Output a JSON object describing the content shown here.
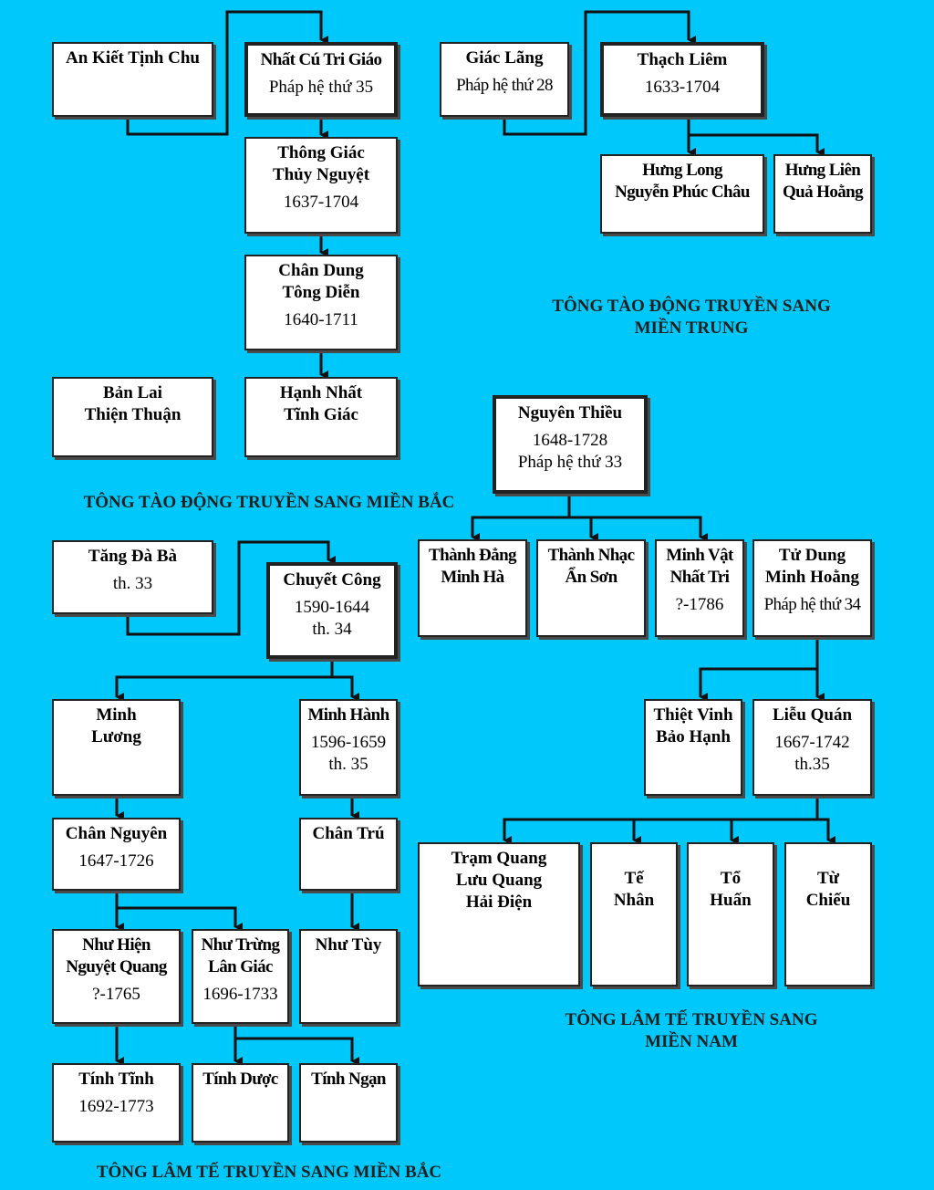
{
  "nodes": {
    "an_kiet": {
      "name": "An Kiết Tịnh Chu"
    },
    "nhat_cu": {
      "name": "Nhất Cú Tri Giáo",
      "sub": "Pháp hệ thứ 35"
    },
    "thong_giac": {
      "name": "Thông Giác\nThủy Nguyệt",
      "sub": "1637-1704"
    },
    "chan_dung": {
      "name": "Chân Dung\nTông Diễn",
      "sub": "1640-1711"
    },
    "ban_lai": {
      "name": "Bản Lai\nThiện Thuận"
    },
    "hanh_nhat": {
      "name": "Hạnh Nhất\nTĩnh Giác"
    },
    "giac_lang": {
      "name": "Giác Lãng",
      "sub": "Pháp hệ thứ 28"
    },
    "thach_liem": {
      "name": "Thạch Liêm",
      "sub": "1633-1704"
    },
    "hung_long": {
      "name": "Hưng Long\nNguyễn Phúc Châu"
    },
    "hung_lien": {
      "name": "Hưng Liên\nQuả Hoằng"
    },
    "nguyen_thieu": {
      "name": "Nguyên Thiều",
      "sub": "1648-1728",
      "sub2": "Pháp hệ thứ 33"
    },
    "thanh_dang": {
      "name": "Thành Đẳng\nMinh Hà"
    },
    "thanh_nhac": {
      "name": "Thành Nhạc\nẨn Sơn"
    },
    "minh_vat": {
      "name": "Minh Vật\nNhất Tri",
      "sub": "?-1786"
    },
    "tu_dung": {
      "name": "Tử Dung\nMinh Hoằng",
      "sub": "Pháp hệ thứ 34"
    },
    "thiet_vinh": {
      "name": "Thiệt Vinh\nBảo Hạnh"
    },
    "lieu_quan": {
      "name": "Liễu Quán",
      "sub": "1667-1742",
      "sub2": "th.35"
    },
    "tram_quang": {
      "name": "Trạm Quang\nLưu Quang\nHải Điện"
    },
    "te_nhan": {
      "name": "Tế\nNhân"
    },
    "to_huan": {
      "name": "Tổ\nHuấn"
    },
    "tu_chieu": {
      "name": "Từ\nChiếu"
    },
    "tang_da_ba": {
      "name": "Tăng Đà Bà",
      "sub": "th. 33"
    },
    "chuyet_cong": {
      "name": "Chuyết Công",
      "sub": "1590-1644",
      "sub2": "th. 34"
    },
    "minh_luong": {
      "name": "Minh\nLương"
    },
    "minh_hanh": {
      "name": "Minh Hành",
      "sub": "1596-1659",
      "sub2": "th. 35"
    },
    "chan_nguyen": {
      "name": "Chân Nguyên",
      "sub": "1647-1726"
    },
    "chan_tru": {
      "name": "Chân Trú"
    },
    "nhu_hien": {
      "name": "Như Hiện\nNguyệt Quang",
      "sub": "?-1765"
    },
    "nhu_trung": {
      "name": "Như Trừng\nLân Giác",
      "sub": "1696-1733"
    },
    "nhu_tuy": {
      "name": "Như Tùy"
    },
    "tinh_tinh": {
      "name": "Tính Tĩnh",
      "sub": "1692-1773"
    },
    "tinh_duoc": {
      "name": "Tính Dược"
    },
    "tinh_ngan": {
      "name": "Tính Ngạn"
    }
  },
  "captions": {
    "tao_dong_trung": "TÔNG TÀO ĐỘNG TRUYỀN SANG\nMIỀN TRUNG",
    "tao_dong_bac": "TÔNG TÀO ĐỘNG TRUYỀN SANG MIỀN BẮC",
    "lam_te_nam": "TÔNG LÂM TẾ TRUYỀN SANG\nMIỀN NAM",
    "lam_te_bac": "TÔNG LÂM TẾ TRUYỀN SANG MIỀN BẮC"
  },
  "colors": {
    "background": "#00c8fa",
    "box": "#ffffff",
    "line": "#111111"
  }
}
